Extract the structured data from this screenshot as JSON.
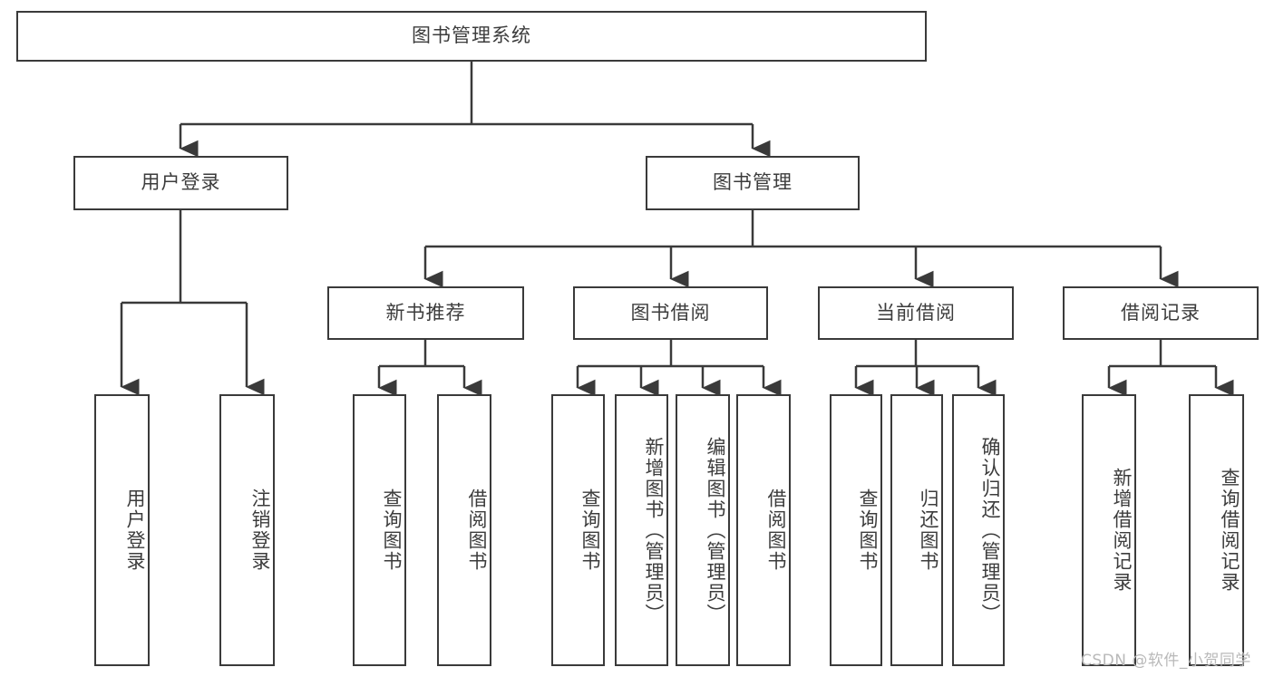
{
  "diagram": {
    "title": "图书管理系统",
    "line_color": "#3a3a3a",
    "text_color": "#3c3c3c",
    "background": "#ffffff"
  },
  "root": {
    "label": "图书管理系统"
  },
  "level1": [
    {
      "label": "用户登录"
    },
    {
      "label": "图书管理"
    }
  ],
  "level2": [
    {
      "label": "新书推荐"
    },
    {
      "label": "图书借阅"
    },
    {
      "label": "当前借阅"
    },
    {
      "label": "借阅记录"
    }
  ],
  "leaves": {
    "user_login": [
      {
        "label": "用户登录"
      },
      {
        "label": "注销登录"
      }
    ],
    "new_book_recommend": [
      {
        "label": "查询图书"
      },
      {
        "label": "借阅图书"
      }
    ],
    "book_borrow": [
      {
        "label": "查询图书"
      },
      {
        "label": "新增图书（管理员）"
      },
      {
        "label": "编辑图书（管理员）"
      },
      {
        "label": "借阅图书"
      }
    ],
    "current_borrow": [
      {
        "label": "查询图书"
      },
      {
        "label": "归还图书"
      },
      {
        "label": "确认归还（管理员）"
      }
    ],
    "borrow_record": [
      {
        "label": "新增借阅记录"
      },
      {
        "label": "查询借阅记录"
      }
    ]
  },
  "watermark": {
    "text": "CSDN @软件_小贺同学"
  }
}
